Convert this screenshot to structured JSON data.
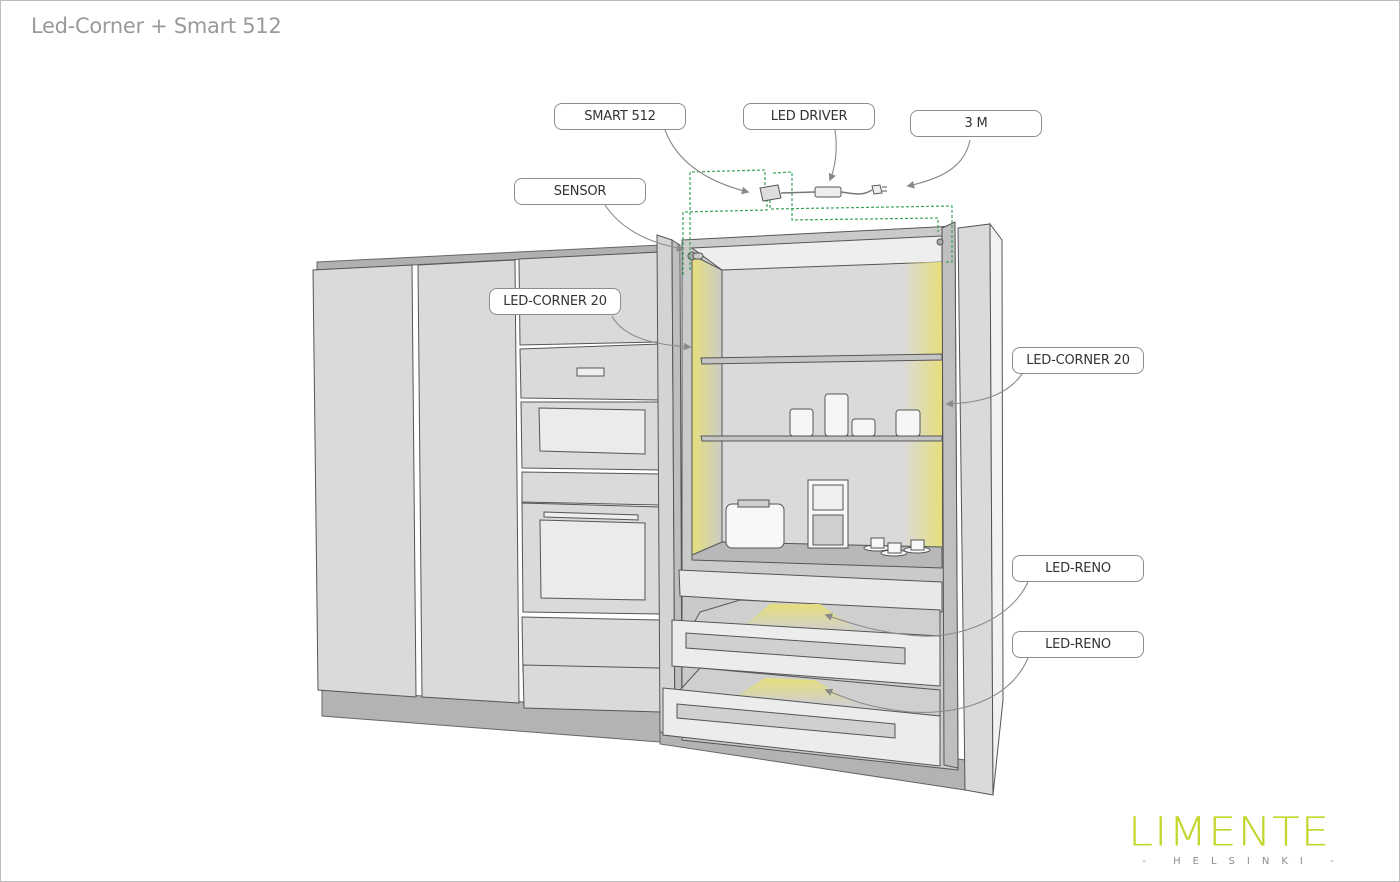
{
  "title": "Led-Corner + Smart 512",
  "callouts": {
    "smart512": "SMART 512",
    "led_driver": "LED DRIVER",
    "three_m": "3 M",
    "sensor": "SENSOR",
    "led_corner_left": "LED-CORNER 20",
    "led_corner_right": "LED-CORNER 20",
    "led_reno_top": "LED-RENO",
    "led_reno_bottom": "LED-RENO"
  },
  "logo": {
    "brand": "LIMENTE",
    "sub": "- HELSINKI -"
  },
  "colors": {
    "brand_green": "#c2d62c",
    "wire_dashed": "#3aa35a",
    "led_glow": "#e8e38a",
    "cabinet_fill": "#d9dadb",
    "cabinet_stroke": "#555555"
  }
}
